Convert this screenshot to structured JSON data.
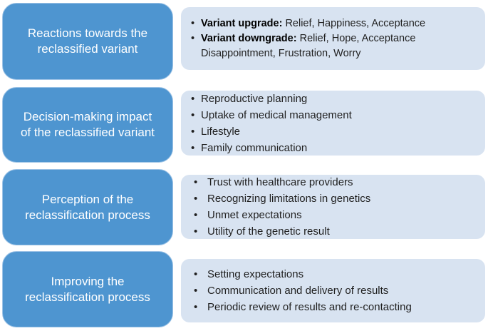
{
  "colors": {
    "page_bg": "#ffffff",
    "primary_box": "#4e95d0",
    "primary_box_border": "#9dc3e6",
    "secondary_box": "#d8e3f1",
    "title_text": "#ffffff",
    "body_text": "#1f1f1f"
  },
  "bullet_char": "•",
  "rows": [
    {
      "title_line1": "Reactions towards the",
      "title_line2": "reclassified variant",
      "bullets": [
        {
          "bold": "Variant upgrade:",
          "rest": " Relief, Happiness, Acceptance"
        },
        {
          "bold": "Variant downgrade:",
          "rest": " Relief, Hope, Acceptance",
          "line2": "Disappointment, Frustration, Worry"
        }
      ]
    },
    {
      "title_line1": "Decision-making impact",
      "title_line2": "of the reclassified variant",
      "bullets": [
        "Reproductive planning",
        "Uptake of medical management",
        "Lifestyle",
        "Family communication"
      ]
    },
    {
      "title_line1": "Perception of the",
      "title_line2": "reclassification process",
      "bullets": [
        "Trust with healthcare providers",
        "Recognizing limitations in genetics",
        "Unmet expectations",
        "Utility of the genetic result"
      ]
    },
    {
      "title_line1": "Improving the",
      "title_line2": "reclassification process",
      "bullets": [
        "Setting expectations",
        "Communication and delivery of results",
        "Periodic review of results and re-contacting"
      ]
    }
  ]
}
